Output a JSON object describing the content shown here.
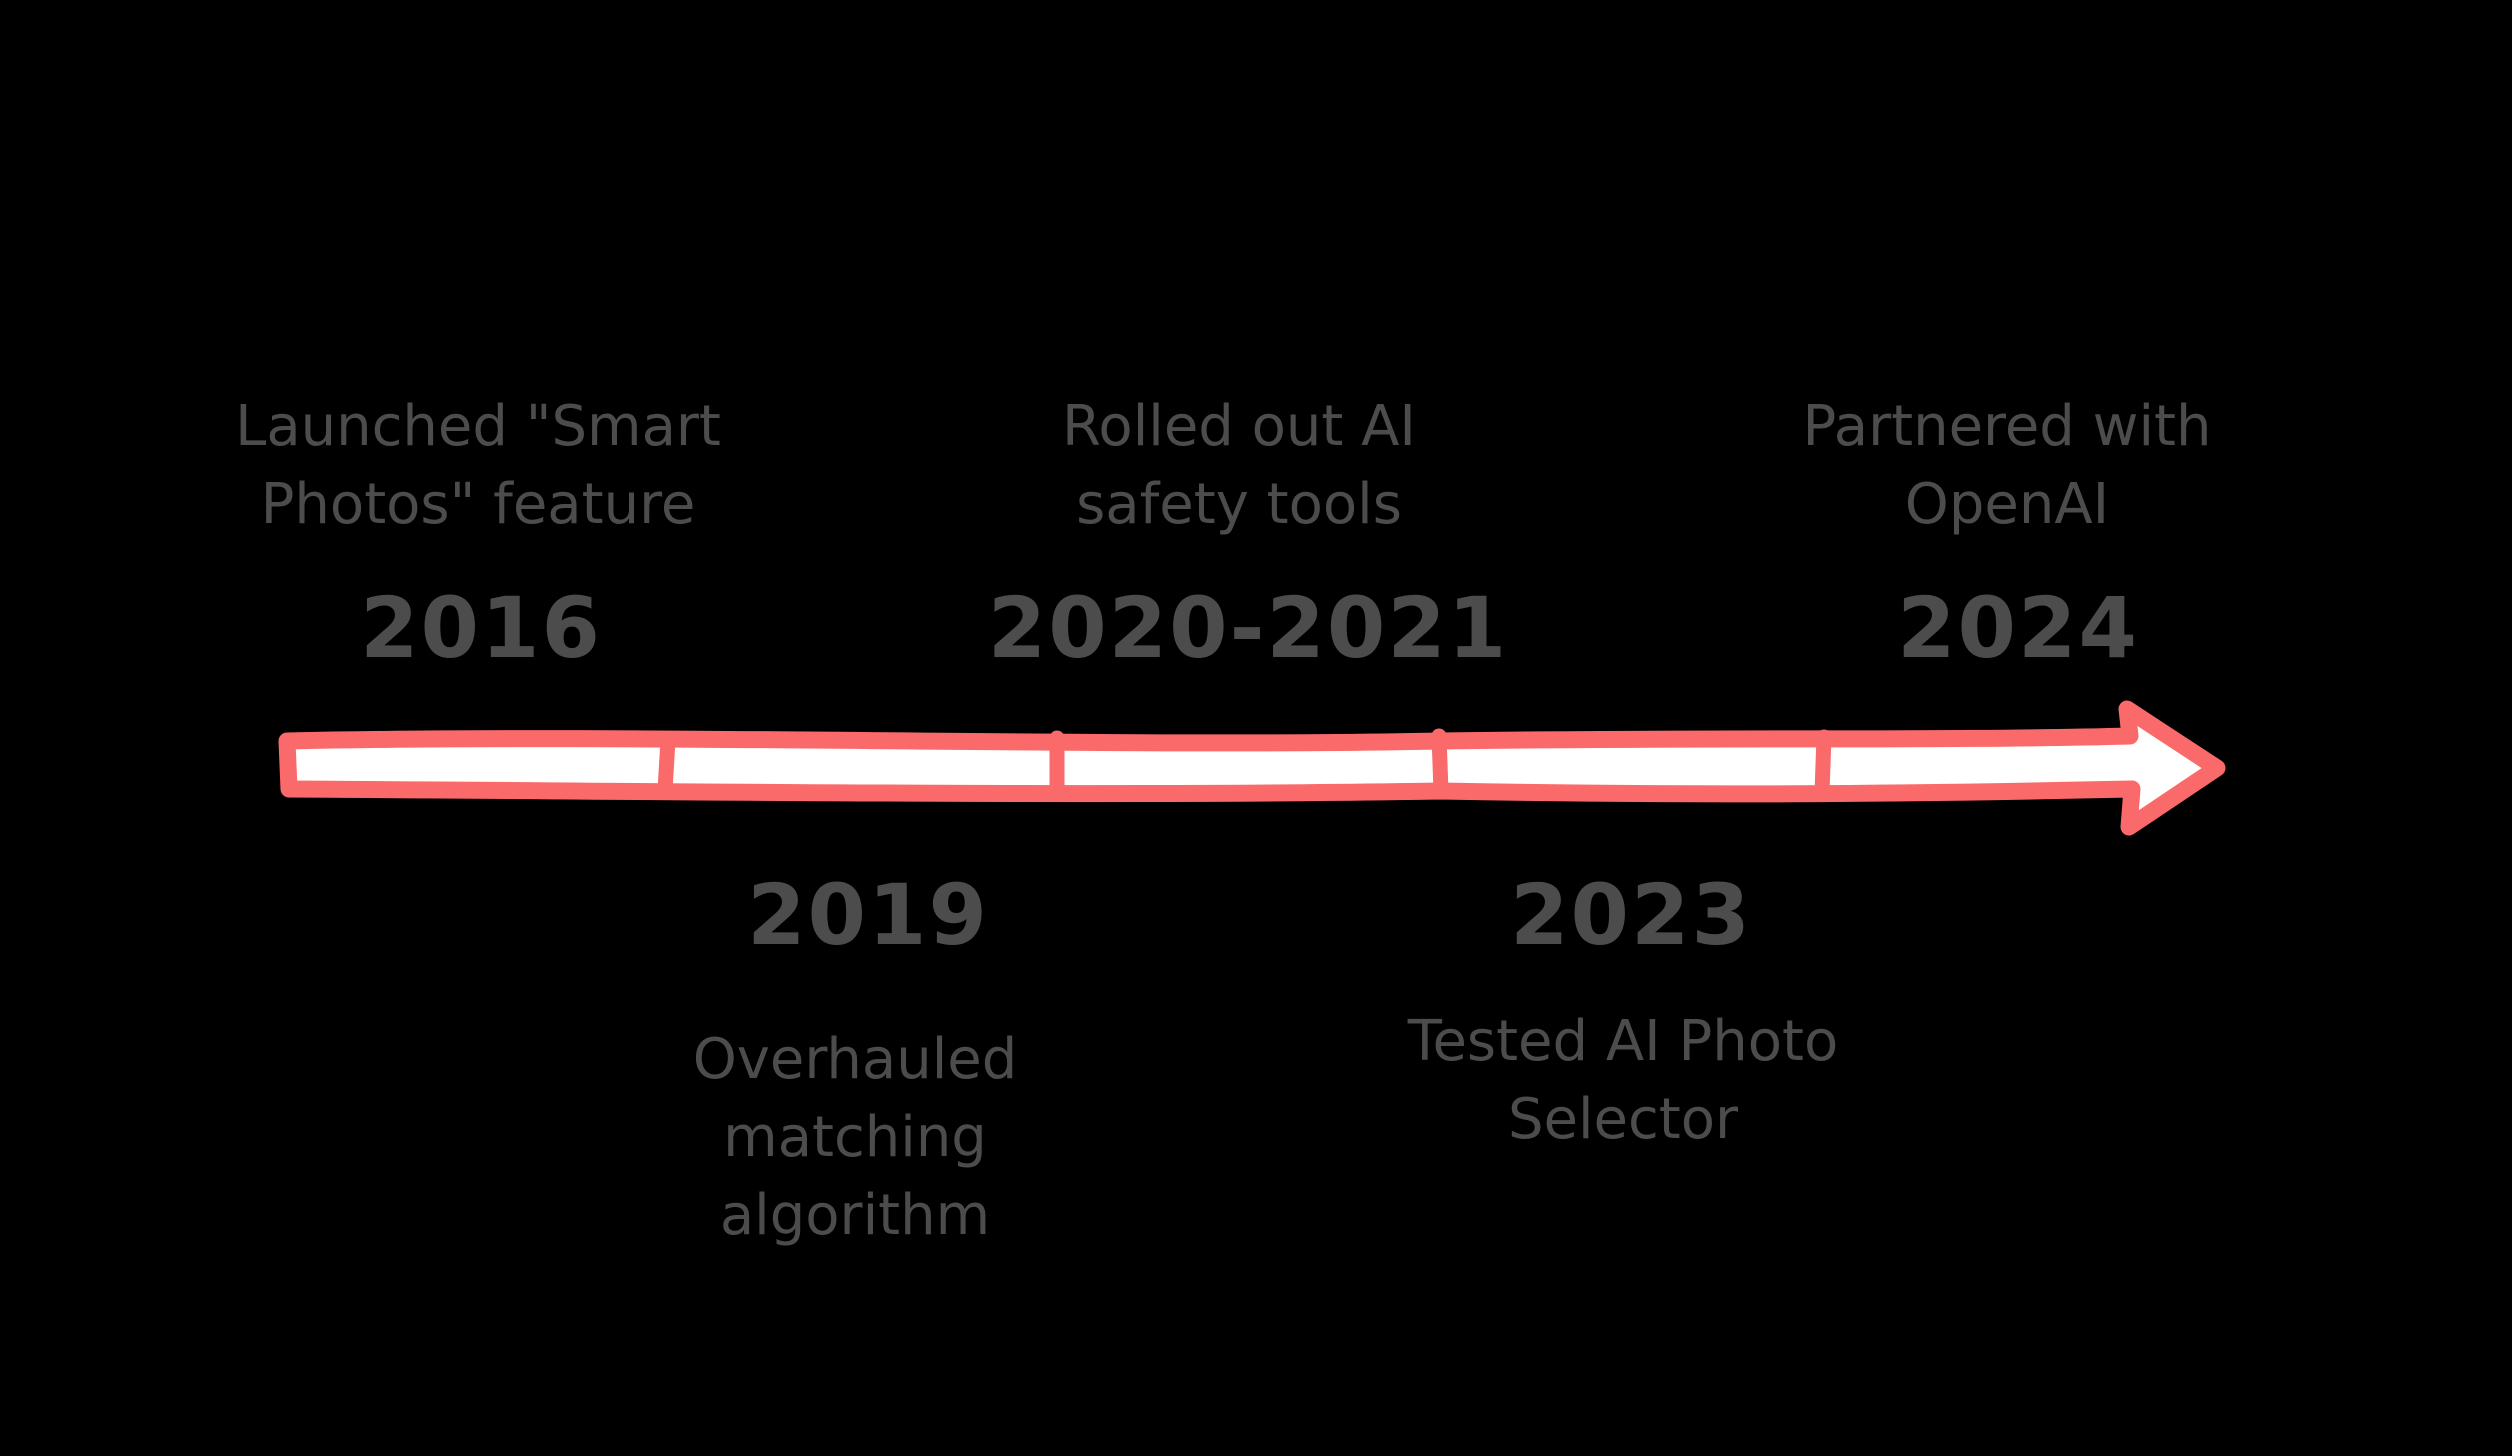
{
  "diagram": {
    "type": "timeline",
    "background_color": "#000000",
    "text_color": "#4C4C4C",
    "arrow": {
      "description": "hand-drawn horizontal arrow pointing right, divided into 5 segments",
      "stroke_color": "#FA6A6A",
      "fill_color": "#FFFFFF",
      "segment_count": 5
    },
    "events": [
      {
        "period": "2016",
        "side": "above",
        "label": "Launched \"Smart Photos\" feature",
        "lines": [
          "Launched \"Smart",
          "Photos\" feature"
        ]
      },
      {
        "period": "2019",
        "side": "below",
        "label": "Overhauled matching algorithm",
        "lines": [
          "Overhauled",
          "matching",
          "algorithm"
        ]
      },
      {
        "period": "2020-2021",
        "side": "above",
        "label": "Rolled out AI safety tools",
        "lines": [
          "Rolled out AI",
          "safety tools"
        ]
      },
      {
        "period": "2023",
        "side": "below",
        "label": "Tested AI Photo Selector",
        "lines": [
          "Tested AI Photo",
          "Selector"
        ]
      },
      {
        "period": "2024",
        "side": "above",
        "label": "Partnered with OpenAI",
        "lines": [
          "Partnered with",
          "OpenAI"
        ]
      }
    ]
  }
}
